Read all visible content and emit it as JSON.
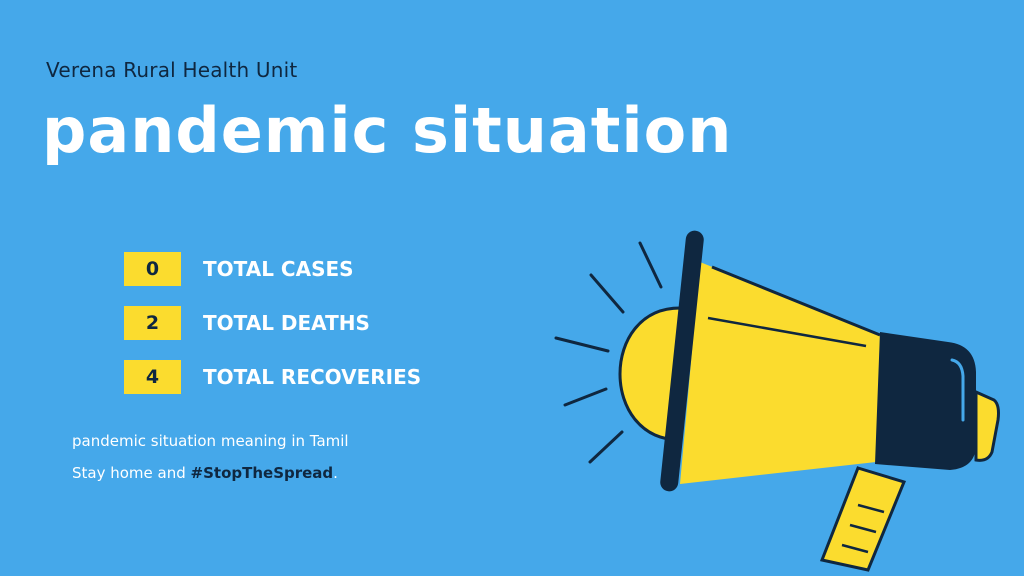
{
  "header": {
    "organization": "Verena Rural Health Unit",
    "headline": "pandemic situation"
  },
  "stats": [
    {
      "value": "0",
      "label": "TOTAL CASES"
    },
    {
      "value": "2",
      "label": "TOTAL DEATHS"
    },
    {
      "value": "4",
      "label": "TOTAL RECOVERIES"
    }
  ],
  "footer": {
    "line1": "pandemic situation meaning in Tamil",
    "line2_prefix": "Stay home and ",
    "line2_hashtag": "#StopTheSpread",
    "line2_suffix": "."
  },
  "illustration": {
    "icon": "megaphone-icon"
  },
  "colors": {
    "background": "#45a8ea",
    "accent_yellow": "#fbdc2e",
    "dark_navy": "#0f2740",
    "text_white": "#ffffff"
  }
}
